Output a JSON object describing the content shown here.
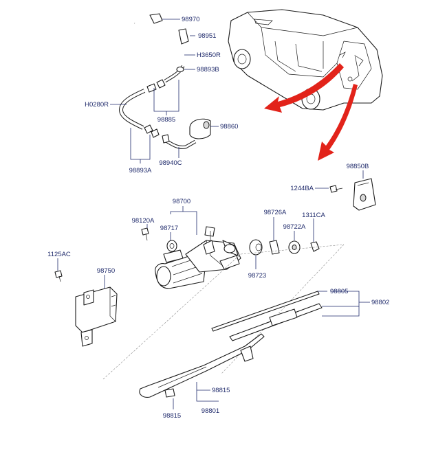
{
  "labels": {
    "p98970": "98970",
    "p98951": "98951",
    "pH3650R": "H3650R",
    "p98893B": "98893B",
    "pH0280R": "H0280R",
    "p98885": "98885",
    "p98860": "98860",
    "p98940C": "98940C",
    "p98893A": "98893A",
    "p98850B": "98850B",
    "p1244BA": "1244BA",
    "p98700": "98700",
    "p98120A": "98120A",
    "p98717": "98717",
    "p98726A": "98726A",
    "p1311CA": "1311CA",
    "p98722A": "98722A",
    "p98723": "98723",
    "p1125AC": "1125AC",
    "p98750": "98750",
    "p98805": "98805",
    "p98802": "98802",
    "p98815a": "98815",
    "p98815b": "98815",
    "p98801": "98801"
  },
  "colors": {
    "label": "#1f2a6b",
    "arrow": "#e2231a",
    "line": "#1a1a1a"
  }
}
